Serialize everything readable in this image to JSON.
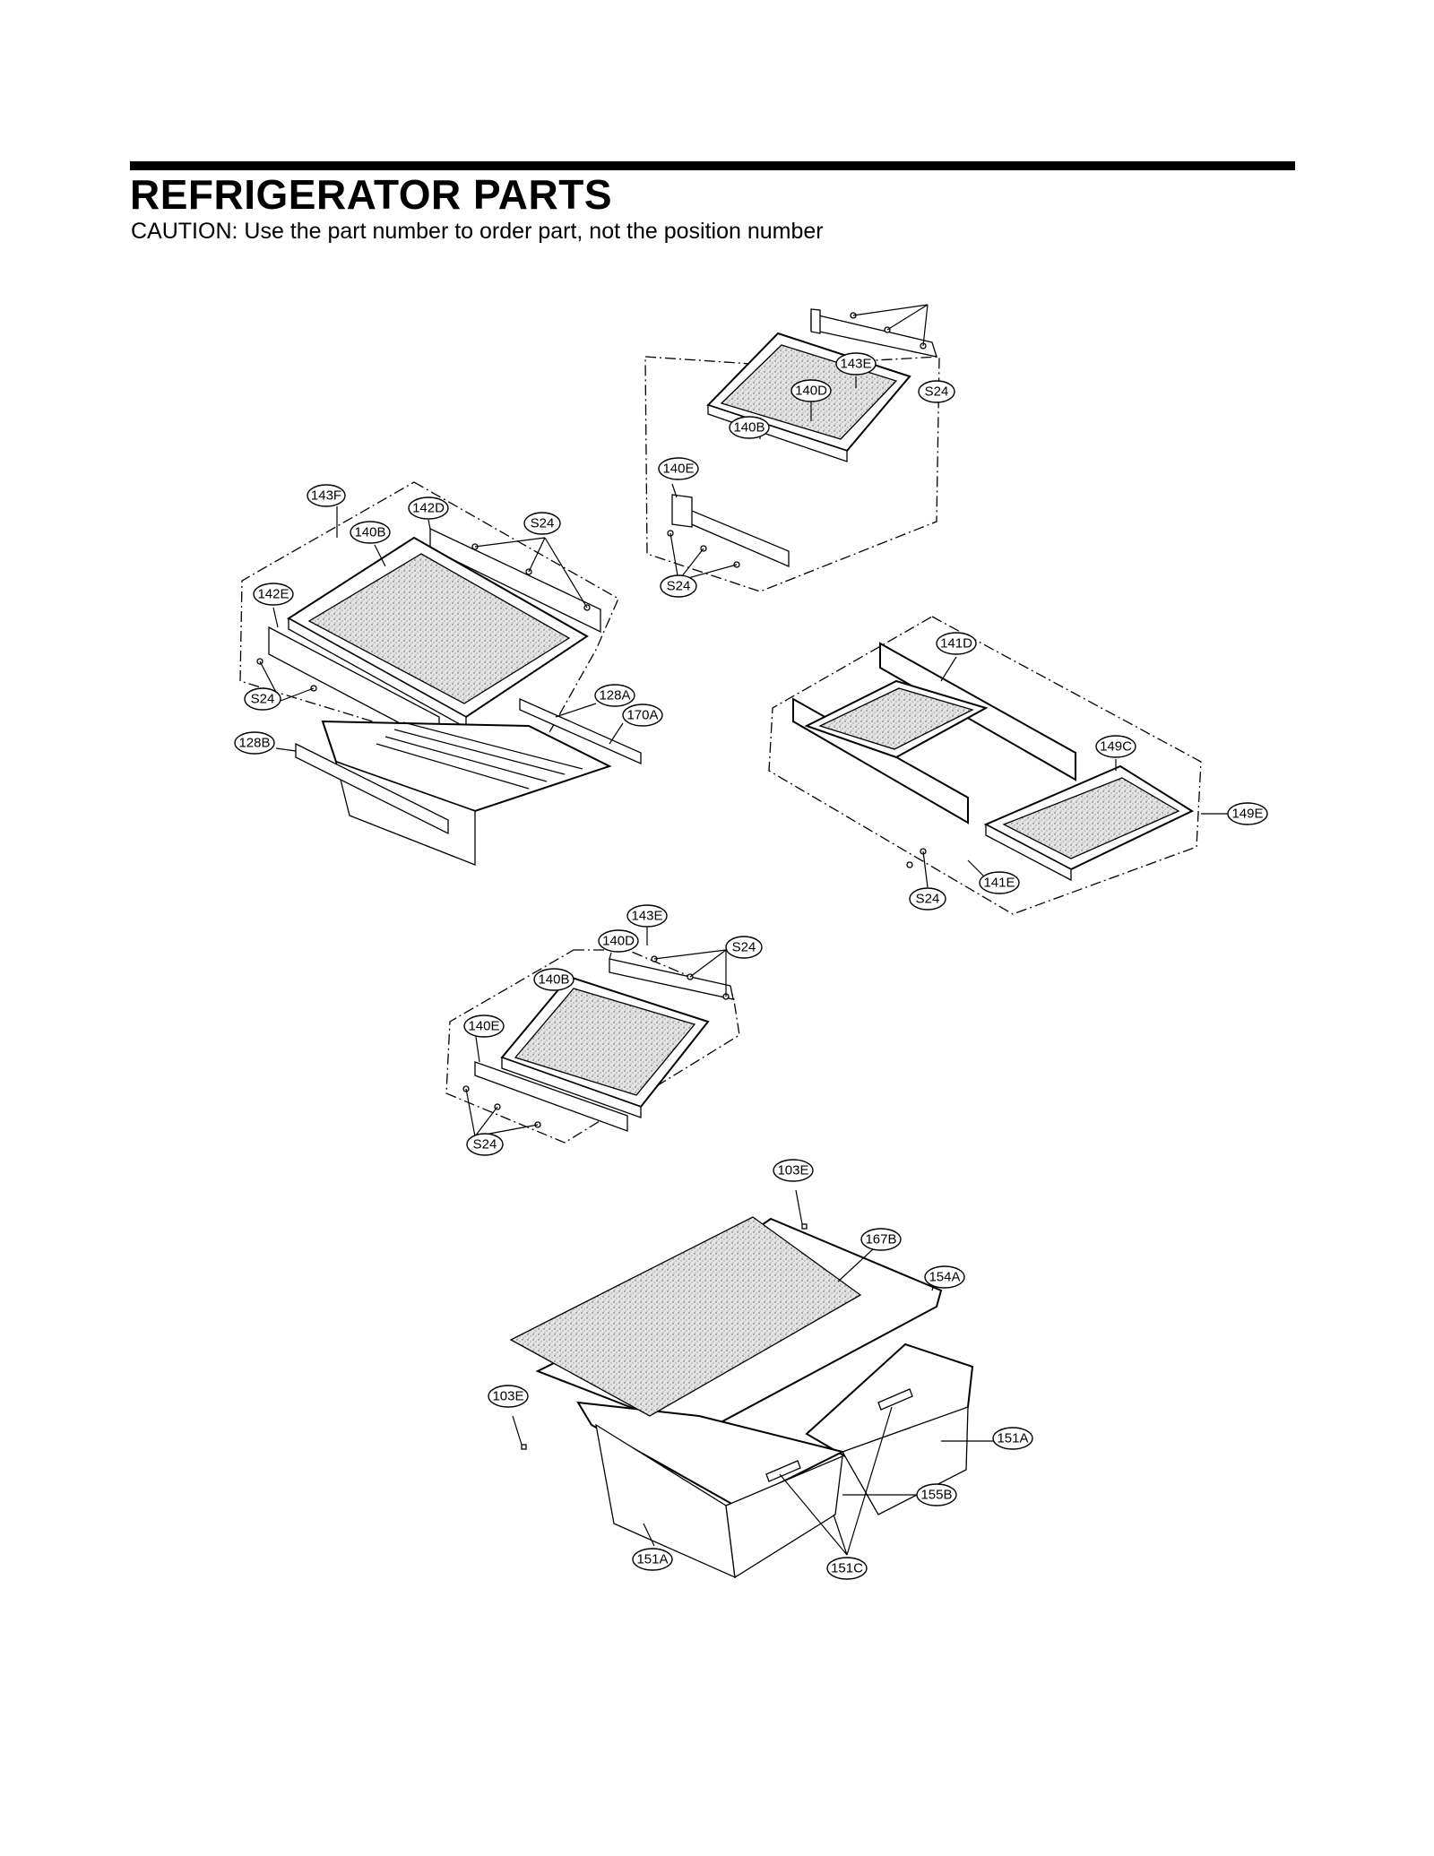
{
  "page": {
    "title": "REFRIGERATOR PARTS",
    "caution": "CAUTION: Use the part number to order part, not the position number"
  },
  "callouts": {
    "a_143E": "143E",
    "a_140D": "140D",
    "a_S24_top": "S24",
    "a_140B": "140B",
    "a_140E": "140E",
    "a_S24_bot": "S24",
    "b_143F": "143F",
    "b_142D": "142D",
    "b_S24_top": "S24",
    "b_140B": "140B",
    "b_142E": "142E",
    "b_S24_left": "S24",
    "b_128A": "128A",
    "b_170A": "170A",
    "b_128B": "128B",
    "c_141D": "141D",
    "c_149C": "149C",
    "c_149E": "149E",
    "c_141E": "141E",
    "c_S24": "S24",
    "d_143E": "143E",
    "d_140D": "140D",
    "d_S24_top": "S24",
    "d_140B": "140B",
    "d_140E": "140E",
    "d_S24_bot": "S24",
    "e_103E_top": "103E",
    "e_167B": "167B",
    "e_154A": "154A",
    "e_103E_left": "103E",
    "e_151A_right": "151A",
    "e_155B": "155B",
    "e_151A_left": "151A",
    "e_151C": "151C"
  }
}
